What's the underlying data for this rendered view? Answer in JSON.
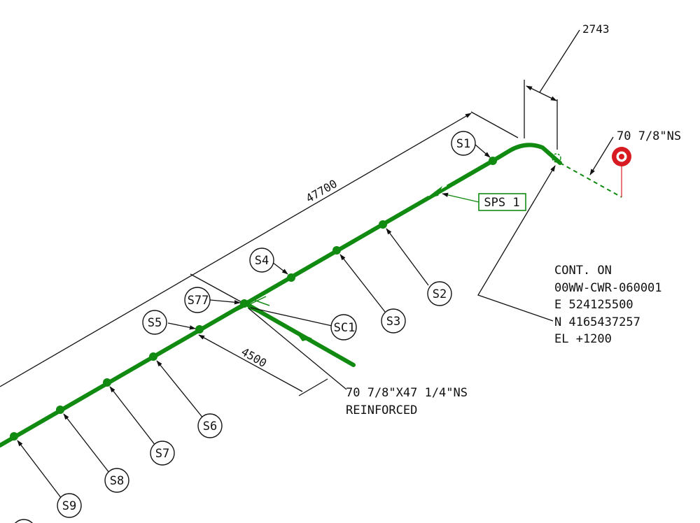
{
  "colors": {
    "pipe": "#118a11",
    "dimension": "#111111",
    "marker": "#d81b22",
    "paper": "#ffffff"
  },
  "supports": {
    "s1": "S1",
    "s2": "S2",
    "s3": "S3",
    "s4": "S4",
    "s5": "S5",
    "s6": "S6",
    "s7": "S7",
    "s8": "S8",
    "s9": "S9",
    "s77": "S77",
    "sc1": "SC1"
  },
  "spool_tag": "SPS 1",
  "dimensions": {
    "overall_length": "47700",
    "branch_offset": "4500",
    "elbow_offset": "2743"
  },
  "pipe_size_callout": "70 7/8\"NS",
  "branch_callout": {
    "line1": "70 7/8\"X47 1/4\"NS",
    "line2": "REINFORCED"
  },
  "continuation_note": {
    "line1": "CONT. ON",
    "line2": "00WW-CWR-060001",
    "line3": "E 524125500",
    "line4": "N 4165437257",
    "line5": "EL +1200"
  },
  "icons": {
    "end_marker": "target-marker-icon"
  }
}
